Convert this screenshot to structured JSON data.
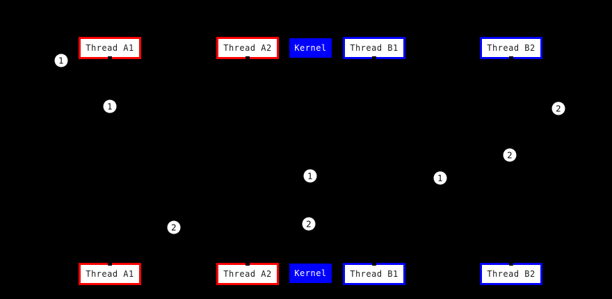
{
  "diagram": {
    "kind": "sequence-diagram-on-black",
    "colors": {
      "background": "#000000",
      "thread_a_accent": "#ff0000",
      "thread_b_accent": "#0000ff",
      "kernel_fill": "#0000ff",
      "box_fill": "#ffffff",
      "box_text": "#1c1c1c",
      "kernel_text": "#ffffff",
      "marker_fill": "#ffffff",
      "marker_text": "#000000"
    },
    "participants": [
      {
        "label": "Thread A1",
        "group": "A",
        "style": "red-outline"
      },
      {
        "label": "Thread A2",
        "group": "A",
        "style": "red-outline"
      },
      {
        "label": "Kernel",
        "group": "kernel",
        "style": "blue-solid"
      },
      {
        "label": "Thread B1",
        "group": "B",
        "style": "blue-outline"
      },
      {
        "label": "Thread B2",
        "group": "B",
        "style": "blue-outline"
      }
    ],
    "markers": [
      {
        "label": "1"
      },
      {
        "label": "1"
      },
      {
        "label": "2"
      },
      {
        "label": "2"
      },
      {
        "label": "1"
      },
      {
        "label": "1"
      },
      {
        "label": "2"
      },
      {
        "label": "2"
      }
    ]
  }
}
